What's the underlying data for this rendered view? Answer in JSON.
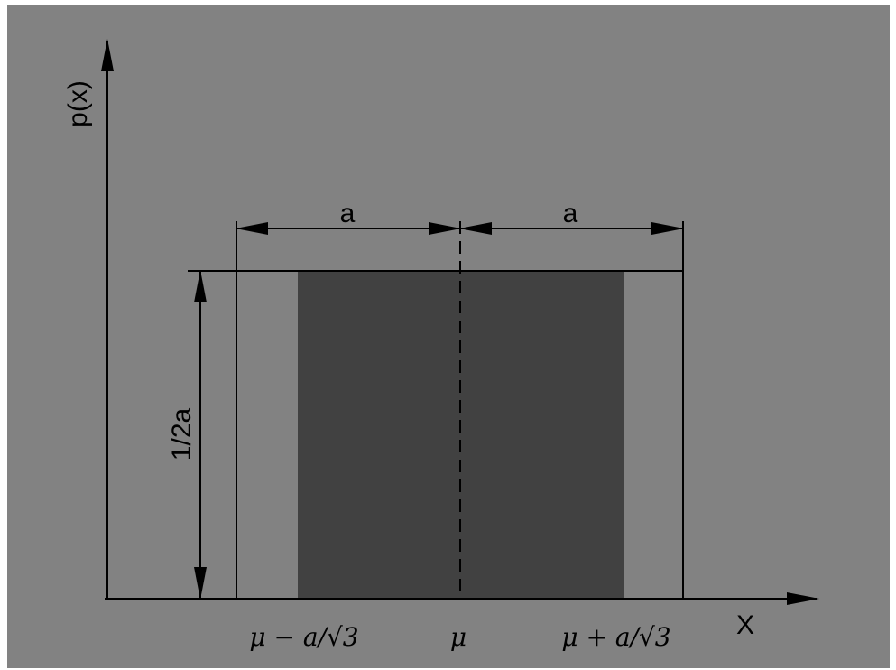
{
  "colors": {
    "background": "#828282",
    "shaded_region": "#414141",
    "line": "#000000"
  },
  "labels": {
    "y_axis": "p(x)",
    "x_axis": "X",
    "half_width_left": "a",
    "half_width_right": "a",
    "height": "1/2a",
    "tick_left": "μ − a/√3",
    "tick_center": "μ",
    "tick_right": "μ + a/√3"
  }
}
